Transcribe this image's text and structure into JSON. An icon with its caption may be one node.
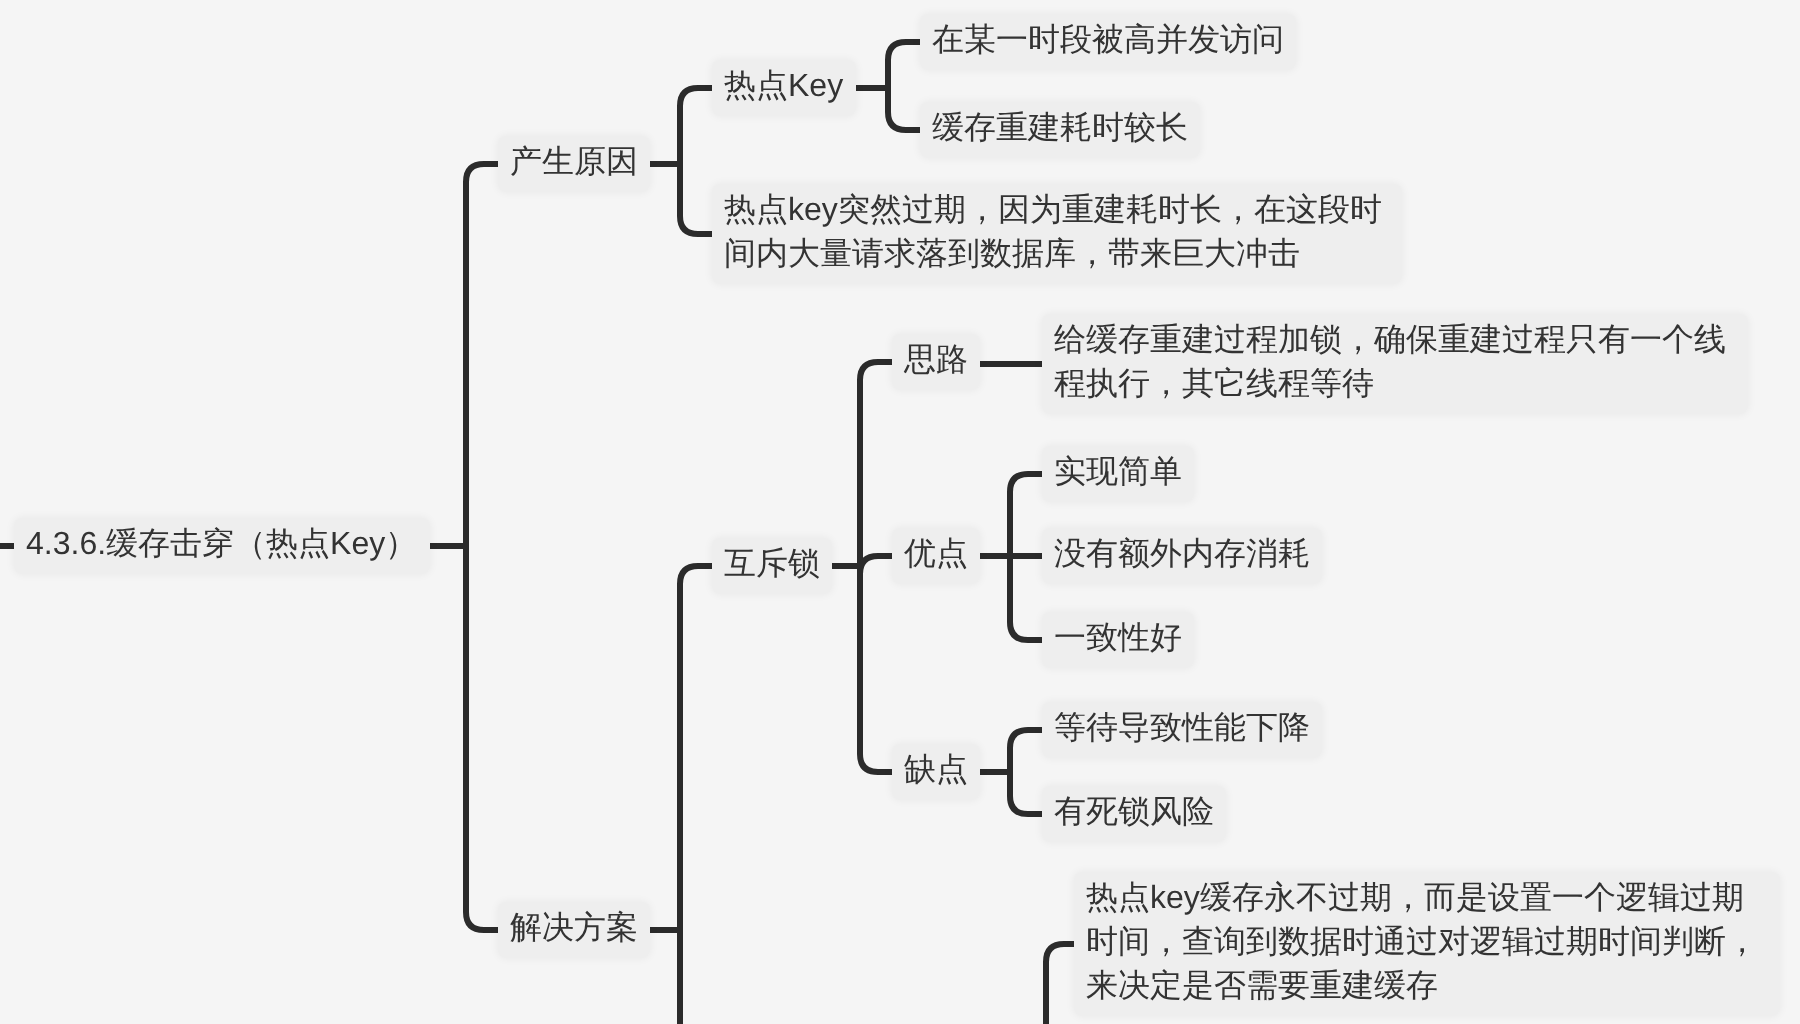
{
  "diagram": {
    "nodes": [
      {
        "text": [
          "4.3.6.缓存击穿（热点Key）"
        ]
      },
      {
        "text": [
          "产生原因"
        ]
      },
      {
        "text": [
          "热点Key"
        ]
      },
      {
        "text": [
          "在某一时段被高并发访问"
        ]
      },
      {
        "text": [
          "缓存重建耗时较长"
        ]
      },
      {
        "text": [
          "热点key突然过期，因为重建耗时长，在这段时间内大量请求落到数据库，带来巨大冲击"
        ]
      },
      {
        "text": [
          "解决方案"
        ]
      },
      {
        "text": [
          "互斥锁"
        ]
      },
      {
        "text": [
          "思路"
        ]
      },
      {
        "text": [
          "给缓存重建过程加锁，确保重建过程只有一个线程执行，其它线程等待"
        ]
      },
      {
        "text": [
          "优点"
        ]
      },
      {
        "text": [
          "实现简单"
        ]
      },
      {
        "text": [
          "没有额外内存消耗"
        ]
      },
      {
        "text": [
          "一致性好"
        ]
      },
      {
        "text": [
          "缺点"
        ]
      },
      {
        "text": [
          "等待导致性能下降"
        ]
      },
      {
        "text": [
          "有死锁风险"
        ]
      },
      {
        "text": [
          "热点key缓存永不过期，而是设置一个逻辑过期时间，查询到数据时通过对逻辑过期时间判断，来决定是否需要重建缓存"
        ]
      }
    ],
    "edges": [
      {
        "from": null,
        "to": 0,
        "arrow": "none"
      },
      {
        "from": 0,
        "to": 1,
        "arrow": "none"
      },
      {
        "from": 0,
        "to": 6,
        "arrow": "none"
      },
      {
        "from": 1,
        "to": 2,
        "arrow": "none"
      },
      {
        "from": 1,
        "to": 5,
        "arrow": "none"
      },
      {
        "from": 2,
        "to": 3,
        "arrow": "none"
      },
      {
        "from": 2,
        "to": 4,
        "arrow": "none"
      },
      {
        "from": 6,
        "to": 7,
        "arrow": "none"
      },
      {
        "from": 6,
        "to": null,
        "arrow": "none"
      },
      {
        "from": 7,
        "to": 8,
        "arrow": "none"
      },
      {
        "from": 7,
        "to": 10,
        "arrow": "none"
      },
      {
        "from": 7,
        "to": 14,
        "arrow": "none"
      },
      {
        "from": 8,
        "to": 9,
        "arrow": "none"
      },
      {
        "from": 10,
        "to": 11,
        "arrow": "none"
      },
      {
        "from": 10,
        "to": 12,
        "arrow": "none"
      },
      {
        "from": 10,
        "to": 13,
        "arrow": "none"
      },
      {
        "from": 14,
        "to": 15,
        "arrow": "none"
      },
      {
        "from": 14,
        "to": 16,
        "arrow": "none"
      },
      {
        "from": null,
        "to": 17,
        "arrow": "none"
      }
    ]
  }
}
